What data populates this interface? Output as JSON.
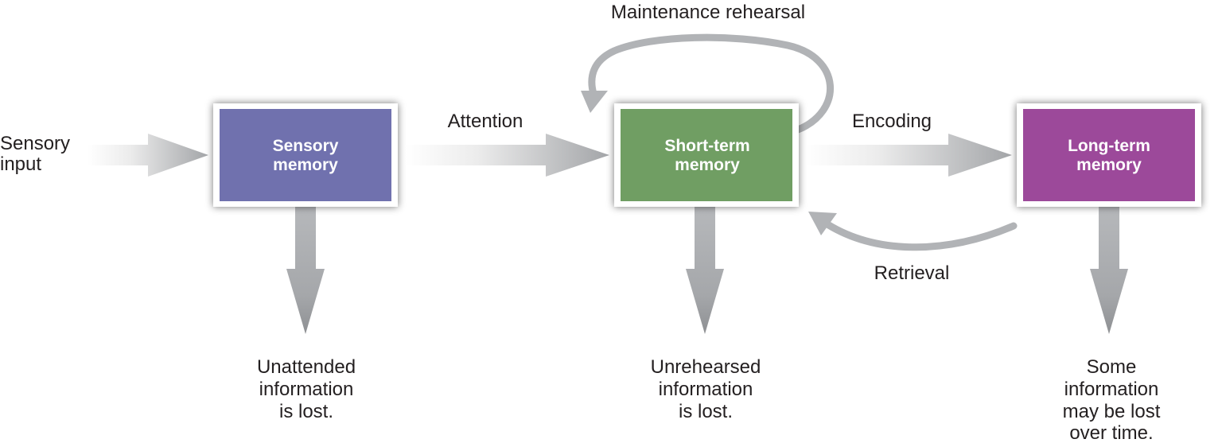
{
  "diagram": {
    "input_label": [
      "Sensory",
      "input"
    ],
    "boxes": {
      "sensory": {
        "lines": [
          "Sensory",
          "memory"
        ],
        "color": "#6f71ae"
      },
      "short_term": {
        "lines": [
          "Short-term",
          "memory"
        ],
        "color": "#6f9e63"
      },
      "long_term": {
        "lines": [
          "Long-term",
          "memory"
        ],
        "color": "#9c489a"
      }
    },
    "arrows": {
      "attention": "Attention",
      "encoding": "Encoding",
      "retrieval": "Retrieval",
      "maintenance": "Maintenance rehearsal"
    },
    "outcomes": {
      "sensory": [
        "Unattended",
        "information",
        "is lost."
      ],
      "short_term": [
        "Unrehearsed",
        "information",
        "is lost."
      ],
      "long_term": [
        "Some",
        "information",
        "may be lost",
        "over time."
      ]
    },
    "colors": {
      "arrow_gray": "#a7a9ac",
      "text": "#231f20"
    }
  }
}
